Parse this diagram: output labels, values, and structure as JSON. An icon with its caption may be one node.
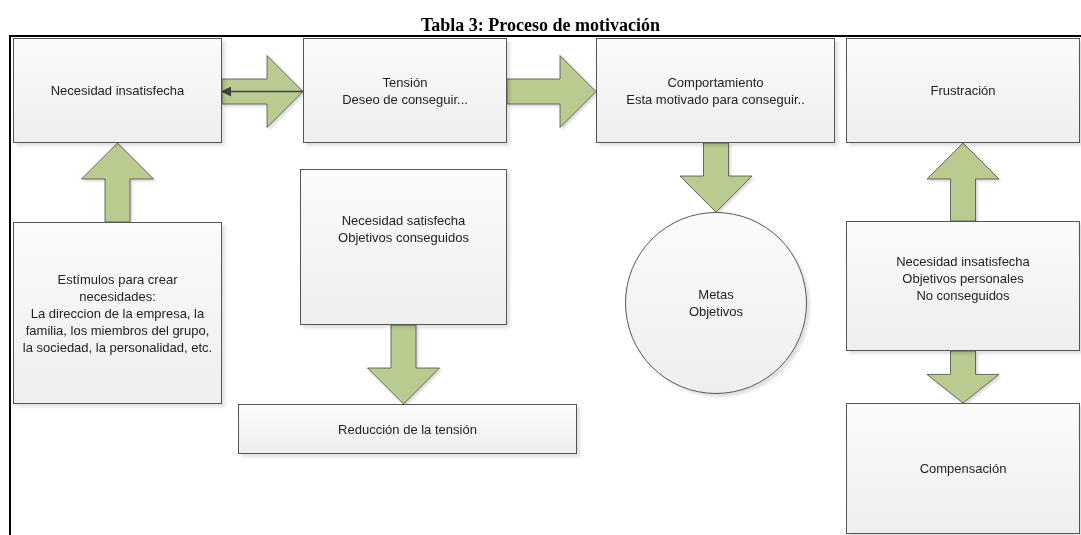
{
  "diagram": {
    "title": "Tabla 3: Proceso de motivación",
    "nodes": [
      {
        "text": [
          "Necesidad insatisfecha"
        ]
      },
      {
        "text": [
          "Tensión",
          "Deseo de conseguir..."
        ]
      },
      {
        "text": [
          "Comportamiento",
          "Esta motivado para conseguir.."
        ]
      },
      {
        "text": [
          "Frustración"
        ]
      },
      {
        "text": [
          "Estímulos para crear necesidades:",
          "La direccion de la empresa, la familia, los miembros del grupo, la sociedad, la personalidad, etc."
        ]
      },
      {
        "text": [
          "Necesidad satisfecha",
          "Objetivos conseguidos"
        ]
      },
      {
        "text": [
          "Reducción de la tensión"
        ]
      },
      {
        "text": [
          "Metas",
          "Objetivos"
        ]
      },
      {
        "text": [
          "Necesidad insatisfecha",
          "Objetivos personales",
          "No conseguidos"
        ]
      },
      {
        "text": [
          "Compensación"
        ]
      }
    ],
    "edges": [
      {
        "from": 0,
        "to": 1,
        "arrow": "to"
      },
      {
        "from": 1,
        "to": 0,
        "arrow": "to",
        "color": "#404040"
      },
      {
        "from": 1,
        "to": 2,
        "arrow": "to"
      },
      {
        "from": 4,
        "to": 0,
        "arrow": "to"
      },
      {
        "from": 2,
        "to": 7,
        "arrow": "to"
      },
      {
        "from": 5,
        "to": 6,
        "arrow": "to"
      },
      {
        "from": 8,
        "to": 3,
        "arrow": "to"
      },
      {
        "from": 8,
        "to": 9,
        "arrow": "to"
      }
    ]
  }
}
